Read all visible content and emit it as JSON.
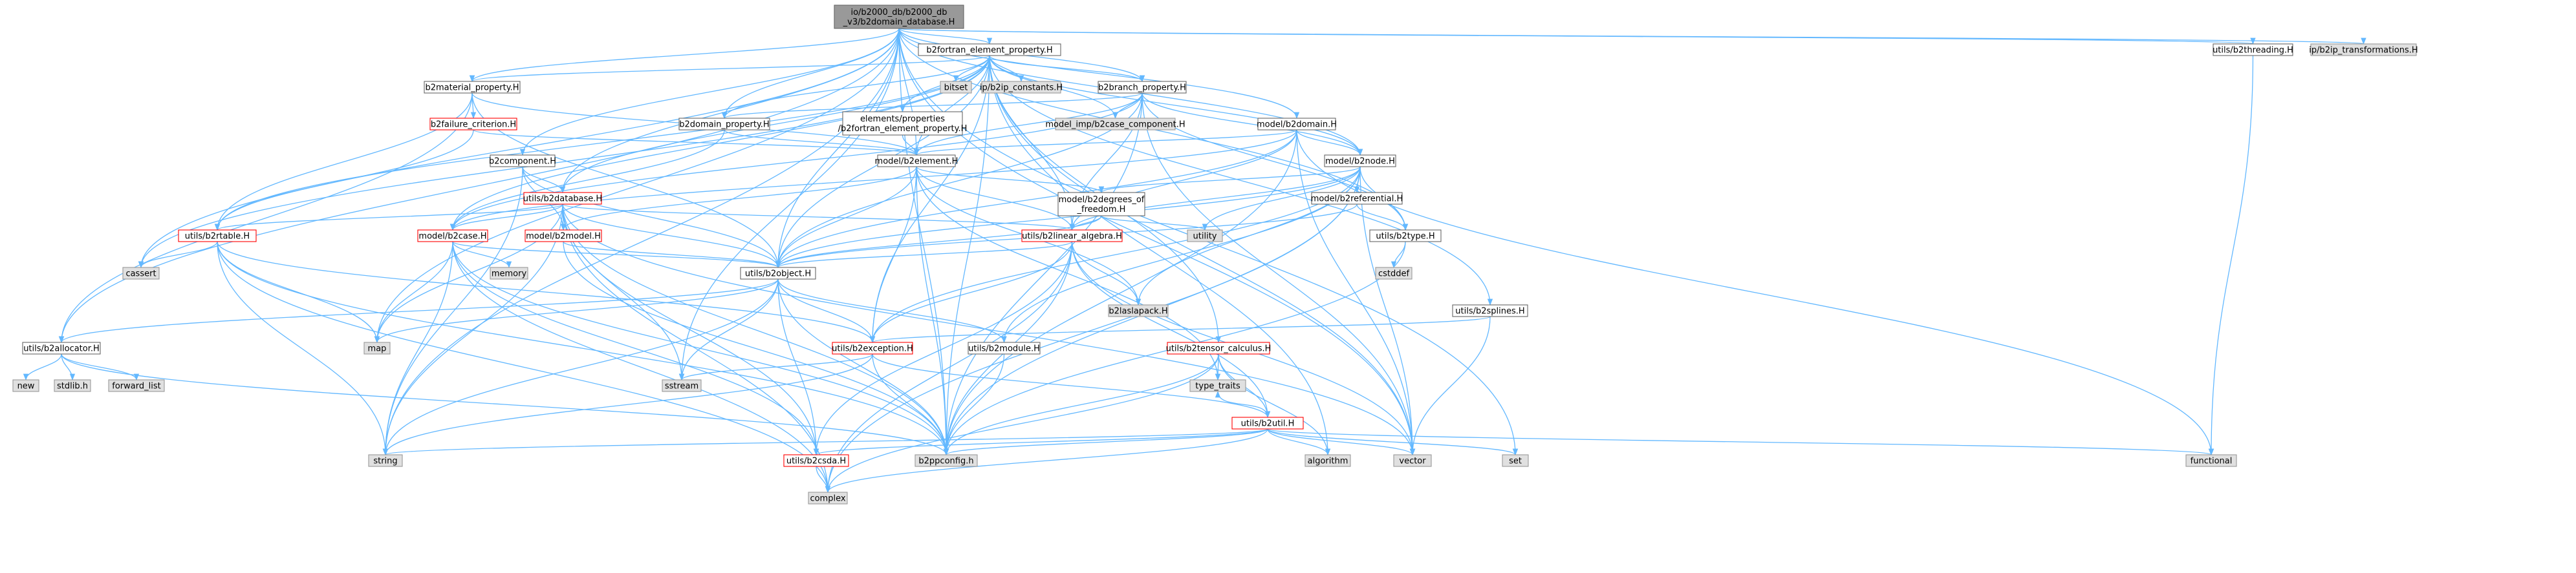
{
  "graph": {
    "colors": {
      "edge": "#63b8ff",
      "border": "#666666",
      "external_fill": "#e0e0e0",
      "focus_fill": "#999999",
      "truncated_border": "#ff0000"
    },
    "nodes": [
      {
        "id": "root",
        "label": "io/b2000_db/b2000_db\n_v3/b2domain_database.H",
        "kind": "focus"
      },
      {
        "id": "b2fortran",
        "label": "b2fortran_element_property.H",
        "kind": "normal"
      },
      {
        "id": "threading",
        "label": "utils/b2threading.H",
        "kind": "normal"
      },
      {
        "id": "ipb2ip_transf",
        "label": "ip/b2ip_transformations.H",
        "kind": "external"
      },
      {
        "id": "material",
        "label": "b2material_property.H",
        "kind": "normal"
      },
      {
        "id": "bitset",
        "label": "bitset",
        "kind": "external"
      },
      {
        "id": "ipb2ip_const",
        "label": "ip/b2ip_constants.H",
        "kind": "external"
      },
      {
        "id": "branch",
        "label": "b2branch_property.H",
        "kind": "normal"
      },
      {
        "id": "domainprop",
        "label": "b2domain_property.H",
        "kind": "normal"
      },
      {
        "id": "modelimp",
        "label": "model_imp/b2case_component.H",
        "kind": "external"
      },
      {
        "id": "elemprops",
        "label": "elements/properties\n/b2fortran_element_property.H",
        "kind": "normal"
      },
      {
        "id": "failure",
        "label": "b2failure_criterion.H",
        "kind": "truncated"
      },
      {
        "id": "domain",
        "label": "model/b2domain.H",
        "kind": "normal"
      },
      {
        "id": "component",
        "label": "b2component.H",
        "kind": "normal"
      },
      {
        "id": "element",
        "label": "model/b2element.H",
        "kind": "normal"
      },
      {
        "id": "node",
        "label": "model/b2node.H",
        "kind": "normal"
      },
      {
        "id": "database",
        "label": "utils/b2database.H",
        "kind": "truncated"
      },
      {
        "id": "dof",
        "label": "model/b2degrees_of\n_freedom.H",
        "kind": "normal"
      },
      {
        "id": "referential",
        "label": "model/b2referential.H",
        "kind": "normal"
      },
      {
        "id": "rtable",
        "label": "utils/b2rtable.H",
        "kind": "truncated"
      },
      {
        "id": "case",
        "label": "model/b2case.H",
        "kind": "truncated"
      },
      {
        "id": "model",
        "label": "model/b2model.H",
        "kind": "truncated"
      },
      {
        "id": "linalg",
        "label": "utils/b2linear_algebra.H",
        "kind": "truncated"
      },
      {
        "id": "utility",
        "label": "utility",
        "kind": "external"
      },
      {
        "id": "type",
        "label": "utils/b2type.H",
        "kind": "normal"
      },
      {
        "id": "cassert",
        "label": "cassert",
        "kind": "external"
      },
      {
        "id": "memory",
        "label": "memory",
        "kind": "external"
      },
      {
        "id": "object",
        "label": "utils/b2object.H",
        "kind": "normal"
      },
      {
        "id": "cstddef",
        "label": "cstddef",
        "kind": "external"
      },
      {
        "id": "b2laslapack",
        "label": "b2laslapack.H",
        "kind": "external"
      },
      {
        "id": "splines",
        "label": "utils/b2splines.H",
        "kind": "normal"
      },
      {
        "id": "allocator",
        "label": "utils/b2allocator.H",
        "kind": "normal"
      },
      {
        "id": "map",
        "label": "map",
        "kind": "external"
      },
      {
        "id": "exception",
        "label": "utils/b2exception.H",
        "kind": "truncated"
      },
      {
        "id": "module",
        "label": "utils/b2module.H",
        "kind": "normal"
      },
      {
        "id": "tensor",
        "label": "utils/b2tensor_calculus.H",
        "kind": "truncated"
      },
      {
        "id": "new",
        "label": "new",
        "kind": "external"
      },
      {
        "id": "stdlib",
        "label": "stdlib.h",
        "kind": "external"
      },
      {
        "id": "forward_list",
        "label": "forward_list",
        "kind": "external"
      },
      {
        "id": "sstream",
        "label": "sstream",
        "kind": "external"
      },
      {
        "id": "type_traits",
        "label": "type_traits",
        "kind": "external"
      },
      {
        "id": "util",
        "label": "utils/b2util.H",
        "kind": "truncated"
      },
      {
        "id": "string",
        "label": "string",
        "kind": "external"
      },
      {
        "id": "csda",
        "label": "utils/b2csda.H",
        "kind": "truncated"
      },
      {
        "id": "ppconfig",
        "label": "b2ppconfig.h",
        "kind": "external"
      },
      {
        "id": "algorithm",
        "label": "algorithm",
        "kind": "external"
      },
      {
        "id": "vector",
        "label": "vector",
        "kind": "external"
      },
      {
        "id": "set",
        "label": "set",
        "kind": "external"
      },
      {
        "id": "functional",
        "label": "functional",
        "kind": "external"
      },
      {
        "id": "complex",
        "label": "complex",
        "kind": "external"
      }
    ],
    "edges": [
      [
        "root",
        "b2fortran"
      ],
      [
        "root",
        "threading"
      ],
      [
        "root",
        "ipb2ip_transf"
      ],
      [
        "root",
        "material"
      ],
      [
        "root",
        "branch"
      ],
      [
        "root",
        "domainprop"
      ],
      [
        "root",
        "domain"
      ],
      [
        "root",
        "component"
      ],
      [
        "root",
        "element"
      ],
      [
        "root",
        "node"
      ],
      [
        "root",
        "database"
      ],
      [
        "root",
        "object"
      ],
      [
        "root",
        "cassert"
      ],
      [
        "root",
        "allocator"
      ],
      [
        "root",
        "map"
      ],
      [
        "root",
        "string"
      ],
      [
        "root",
        "vector"
      ],
      [
        "root",
        "set"
      ],
      [
        "root",
        "type"
      ],
      [
        "root",
        "sstream"
      ],
      [
        "root",
        "ppconfig"
      ],
      [
        "b2fortran",
        "material"
      ],
      [
        "b2fortran",
        "bitset"
      ],
      [
        "b2fortran",
        "ipb2ip_const"
      ],
      [
        "b2fortran",
        "branch"
      ],
      [
        "b2fortran",
        "domainprop"
      ],
      [
        "b2fortran",
        "modelimp"
      ],
      [
        "b2fortran",
        "elemprops"
      ],
      [
        "b2fortran",
        "element"
      ],
      [
        "b2fortran",
        "node"
      ],
      [
        "b2fortran",
        "database"
      ],
      [
        "b2fortran",
        "linalg"
      ],
      [
        "b2fortran",
        "object"
      ],
      [
        "b2fortran",
        "exception"
      ],
      [
        "b2fortran",
        "splines"
      ],
      [
        "b2fortran",
        "tensor"
      ],
      [
        "b2fortran",
        "ppconfig"
      ],
      [
        "b2fortran",
        "vector"
      ],
      [
        "b2fortran",
        "algorithm"
      ],
      [
        "b2fortran",
        "case"
      ],
      [
        "b2fortran",
        "rtable"
      ],
      [
        "b2fortran",
        "cassert"
      ],
      [
        "threading",
        "functional"
      ],
      [
        "material",
        "failure"
      ],
      [
        "material",
        "rtable"
      ],
      [
        "material",
        "allocator"
      ],
      [
        "material",
        "object"
      ],
      [
        "material",
        "element"
      ],
      [
        "failure",
        "element"
      ],
      [
        "failure",
        "rtable"
      ],
      [
        "branch",
        "domainprop"
      ],
      [
        "branch",
        "modelimp"
      ],
      [
        "branch",
        "element"
      ],
      [
        "branch",
        "node"
      ],
      [
        "branch",
        "linalg"
      ],
      [
        "branch",
        "type"
      ],
      [
        "branch",
        "ppconfig"
      ],
      [
        "branch",
        "vector"
      ],
      [
        "branch",
        "case"
      ],
      [
        "branch",
        "object"
      ],
      [
        "domainprop",
        "element"
      ],
      [
        "domainprop",
        "case"
      ],
      [
        "elemprops",
        "element"
      ],
      [
        "domain",
        "element"
      ],
      [
        "domain",
        "node"
      ],
      [
        "domain",
        "linalg"
      ],
      [
        "domain",
        "case"
      ],
      [
        "domain",
        "object"
      ],
      [
        "domain",
        "vector"
      ],
      [
        "domain",
        "functional"
      ],
      [
        "domain",
        "ppconfig"
      ],
      [
        "component",
        "database"
      ],
      [
        "component",
        "model"
      ],
      [
        "component",
        "string"
      ],
      [
        "component",
        "object"
      ],
      [
        "element",
        "dof"
      ],
      [
        "element",
        "linalg"
      ],
      [
        "element",
        "object"
      ],
      [
        "element",
        "exception"
      ],
      [
        "element",
        "ppconfig"
      ],
      [
        "element",
        "type_traits"
      ],
      [
        "element",
        "model"
      ],
      [
        "element",
        "b2laslapack"
      ],
      [
        "node",
        "dof"
      ],
      [
        "node",
        "referential"
      ],
      [
        "node",
        "linalg"
      ],
      [
        "node",
        "type"
      ],
      [
        "node",
        "object"
      ],
      [
        "node",
        "exception"
      ],
      [
        "node",
        "utility"
      ],
      [
        "node",
        "vector"
      ],
      [
        "node",
        "complex"
      ],
      [
        "node",
        "ppconfig"
      ],
      [
        "node",
        "b2laslapack"
      ],
      [
        "node",
        "module"
      ],
      [
        "dof",
        "linalg"
      ],
      [
        "dof",
        "object"
      ],
      [
        "dof",
        "utility"
      ],
      [
        "referential",
        "type"
      ],
      [
        "referential",
        "object"
      ],
      [
        "database",
        "rtable"
      ],
      [
        "database",
        "object"
      ],
      [
        "database",
        "linalg"
      ],
      [
        "database",
        "case"
      ],
      [
        "database",
        "model"
      ],
      [
        "database",
        "map"
      ],
      [
        "database",
        "string"
      ],
      [
        "database",
        "sstream"
      ],
      [
        "database",
        "complex"
      ],
      [
        "database",
        "ppconfig"
      ],
      [
        "database",
        "csda"
      ],
      [
        "database",
        "vector"
      ],
      [
        "rtable",
        "exception"
      ],
      [
        "rtable",
        "cassert"
      ],
      [
        "rtable",
        "map"
      ],
      [
        "rtable",
        "string"
      ],
      [
        "rtable",
        "complex"
      ],
      [
        "rtable",
        "ppconfig"
      ],
      [
        "case",
        "object"
      ],
      [
        "case",
        "memory"
      ],
      [
        "case",
        "string"
      ],
      [
        "case",
        "complex"
      ],
      [
        "case",
        "ppconfig"
      ],
      [
        "case",
        "csda"
      ],
      [
        "case",
        "map"
      ],
      [
        "model",
        "object"
      ],
      [
        "model",
        "ppconfig"
      ],
      [
        "linalg",
        "object"
      ],
      [
        "linalg",
        "b2laslapack"
      ],
      [
        "linalg",
        "exception"
      ],
      [
        "linalg",
        "util"
      ],
      [
        "linalg",
        "complex"
      ],
      [
        "linalg",
        "vector"
      ],
      [
        "linalg",
        "ppconfig"
      ],
      [
        "linalg",
        "csda"
      ],
      [
        "type",
        "cstddef"
      ],
      [
        "type",
        "ppconfig"
      ],
      [
        "object",
        "allocator"
      ],
      [
        "object",
        "exception"
      ],
      [
        "object",
        "module"
      ],
      [
        "object",
        "map"
      ],
      [
        "object",
        "string"
      ],
      [
        "object",
        "sstream"
      ],
      [
        "object",
        "ppconfig"
      ],
      [
        "object",
        "csda"
      ],
      [
        "splines",
        "exception"
      ],
      [
        "splines",
        "vector"
      ],
      [
        "allocator",
        "new"
      ],
      [
        "allocator",
        "stdlib"
      ],
      [
        "allocator",
        "forward_list"
      ],
      [
        "allocator",
        "ppconfig"
      ],
      [
        "exception",
        "sstream"
      ],
      [
        "exception",
        "string"
      ],
      [
        "exception",
        "ppconfig"
      ],
      [
        "exception",
        "util"
      ],
      [
        "module",
        "ppconfig"
      ],
      [
        "tensor",
        "util"
      ],
      [
        "tensor",
        "type_traits"
      ],
      [
        "tensor",
        "algorithm"
      ],
      [
        "tensor",
        "complex"
      ],
      [
        "tensor",
        "ppconfig"
      ],
      [
        "util",
        "string"
      ],
      [
        "util",
        "vector"
      ],
      [
        "util",
        "set"
      ],
      [
        "util",
        "functional"
      ],
      [
        "util",
        "algorithm"
      ],
      [
        "util",
        "ppconfig"
      ],
      [
        "util",
        "csda"
      ],
      [
        "util",
        "complex"
      ],
      [
        "util",
        "type_traits"
      ],
      [
        "csda",
        "complex"
      ]
    ]
  }
}
